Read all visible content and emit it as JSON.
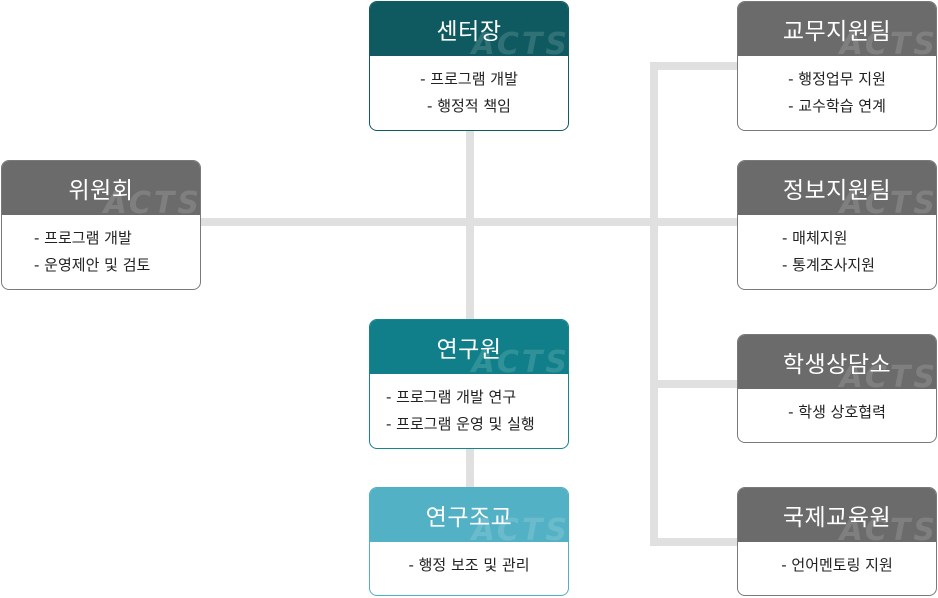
{
  "watermark": "ACTS",
  "colors": {
    "gray_header": "#6b6b6b",
    "teal_dark_header": "#0e5a60",
    "teal_header": "#107f89",
    "teal_light_header": "#52b1c4",
    "connector": "#e0e0e0"
  },
  "boxes": {
    "center": {
      "title": "센터장",
      "items": [
        "- 프로그램 개발",
        "- 행정적 책임"
      ]
    },
    "committee": {
      "title": "위원회",
      "items": [
        "- 프로그램 개발",
        "- 운영제안 및 검토"
      ]
    },
    "research": {
      "title": "연구원",
      "items": [
        "- 프로그램 개발 연구",
        "- 프로그램 운영 및 실행"
      ]
    },
    "assistant": {
      "title": "연구조교",
      "items": [
        "- 행정 보조 및 관리"
      ]
    },
    "academic": {
      "title": "교무지원팀",
      "items": [
        "- 행정업무 지원",
        "- 교수학습 연계"
      ]
    },
    "info": {
      "title": "정보지원팀",
      "items": [
        "- 매체지원",
        "- 통계조사지원"
      ]
    },
    "counsel": {
      "title": "학생상담소",
      "items": [
        "- 학생 상호협력"
      ]
    },
    "intl": {
      "title": "국제교육원",
      "items": [
        "- 언어멘토링 지원"
      ]
    }
  }
}
